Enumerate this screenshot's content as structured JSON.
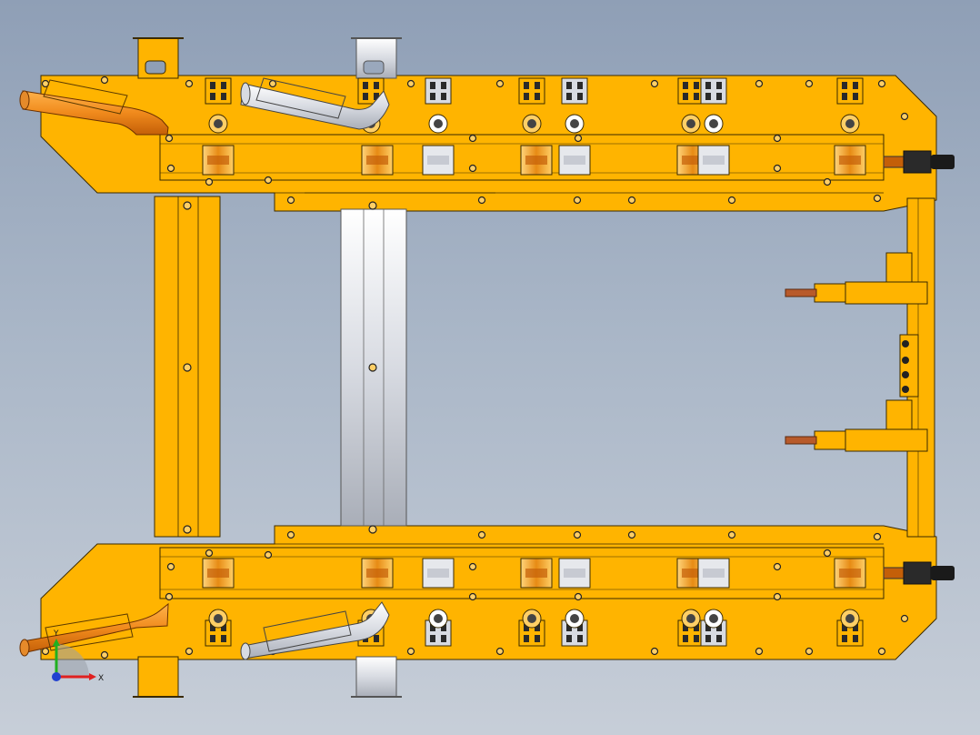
{
  "view": {
    "model": "welding-fixture-base-top-view",
    "colors": {
      "background_top": "#8f9fb6",
      "background_bottom": "#c7ced8",
      "plate": "#ffb400",
      "plate_edge": "#3a2a00",
      "steel": "#e6e8ec",
      "copper": "#e07a18",
      "clamp_gray": "#c8ccd4"
    }
  },
  "triad": {
    "x_label": "X",
    "y_label": "Y",
    "x_color": "#e02020",
    "y_color": "#20b020",
    "origin_color": "#2040d0"
  }
}
